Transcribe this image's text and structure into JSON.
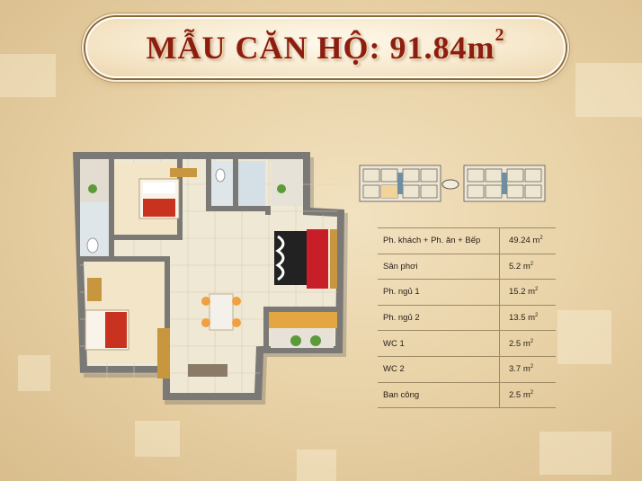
{
  "title": {
    "prefix": "MẪU CĂN HỘ:  91.84m",
    "superscript": "2"
  },
  "colors": {
    "title": "#8b1e10",
    "background": "#e9d3a8",
    "table_line": "#a08a66"
  },
  "area_table": [
    {
      "room": "Ph. khách + Ph. ăn + Bếp",
      "area": "49.24 m",
      "unit_sup": "2"
    },
    {
      "room": "Sân phơi",
      "area": "5.2 m",
      "unit_sup": "2"
    },
    {
      "room": "Ph. ngủ 1",
      "area": "15.2 m",
      "unit_sup": "2"
    },
    {
      "room": "Ph. ngủ 2",
      "area": "13.5 m",
      "unit_sup": "2"
    },
    {
      "room": "WC 1",
      "area": "2.5 m",
      "unit_sup": "2"
    },
    {
      "room": "WC 2",
      "area": "3.7 m",
      "unit_sup": "2"
    },
    {
      "room": "Ban công",
      "area": "2.5 m",
      "unit_sup": "2"
    }
  ]
}
